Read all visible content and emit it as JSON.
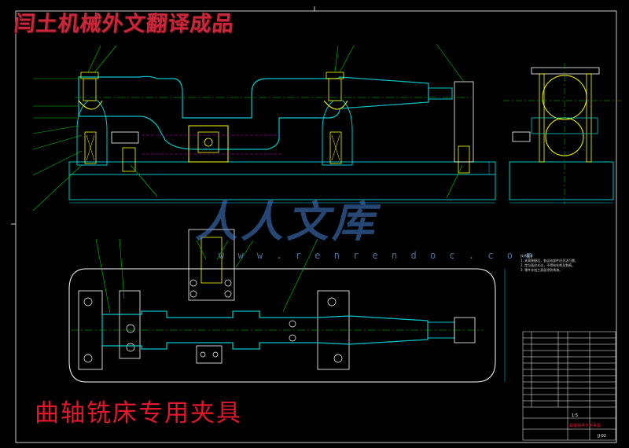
{
  "watermark_top": "闫土机械外文翻译成品",
  "drawing_title": "曲轴铣床专用夹具",
  "logo_text": "人人文库",
  "logo_url": "w w w . r e n r e n d o c . c o m",
  "notes": {
    "heading": "技术要求",
    "lines": [
      "1. 夹具装配后，各运动部件应灵活可靠。",
      "2. 定位面应光洁，不得有毛刺及划痕。",
      "3. 零件非加工表面涂防锈漆。"
    ]
  },
  "title_block": {
    "name": "曲轴铣床专用夹具",
    "drawing_no": "JJ-02",
    "scale": "1:5"
  },
  "colors": {
    "part_outline": "#00c8c8",
    "feature": "#ffff00",
    "center_line": "#00c800",
    "leader": "#00c800",
    "frame": "#ffffff",
    "dimension": "#00c8ff",
    "hidden": "#c800c8",
    "watermark": "#c8283a",
    "title": "#e0182c"
  }
}
